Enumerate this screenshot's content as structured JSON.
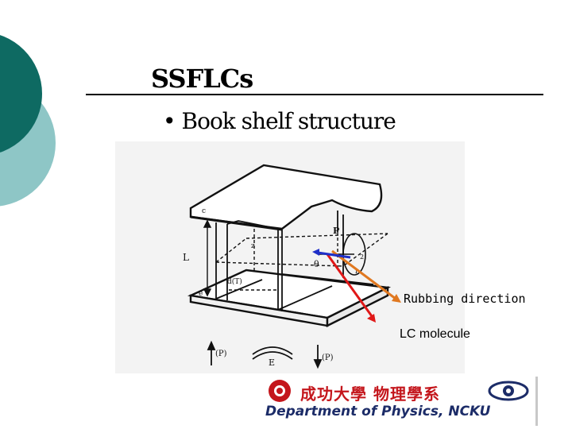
{
  "slide": {
    "title": "SSFLCs",
    "bullet": "Book shelf structure",
    "bullet_marker": "•"
  },
  "figure": {
    "labels": {
      "c": "c",
      "L": "L",
      "d": "d(T)",
      "e": "e",
      "z": "z",
      "P": "P",
      "theta": "θ",
      "two": "2",
      "one": "1",
      "p_left": "(P)",
      "E": "E",
      "p_right": "(P)"
    }
  },
  "annotations": {
    "rubbing": "Rubbing direction",
    "lc_molecule": "LC molecule"
  },
  "logo": {
    "chinese_text": "成功大學 物理學系",
    "department": "Department of Physics, NCKU"
  },
  "colors": {
    "theme_dark": "#0e6a62",
    "theme_light": "#8ec6c6",
    "rubbing_arrow": "#e07820",
    "lc_arrow_red": "#e01818",
    "lc_arrow_blue": "#1f2fc8"
  }
}
